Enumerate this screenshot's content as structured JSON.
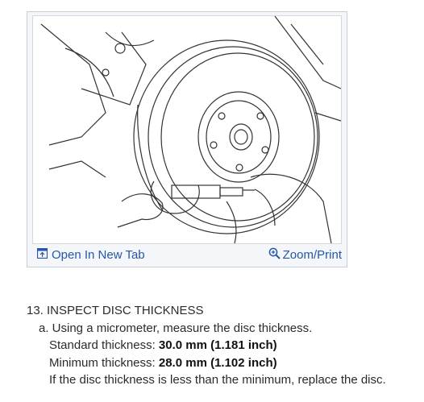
{
  "figure": {
    "open_tab_label": "Open In New Tab",
    "zoom_print_label": "Zoom/Print",
    "open_tab_icon": "open-in-new-tab-icon",
    "zoom_icon": "magnifier-zoom-icon",
    "link_color": "#2458a6"
  },
  "procedure": {
    "step_title": "13. INSPECT DISC THICKNESS",
    "substep": "a. Using a micrometer, measure the disc thickness.",
    "standard": {
      "label": "Standard thickness: ",
      "value": "30.0 mm (1.181 inch)"
    },
    "minimum": {
      "label": "Minimum thickness: ",
      "value": "28.0 mm (1.102 inch)"
    },
    "note": "If the disc thickness is less than the minimum, replace the disc."
  }
}
